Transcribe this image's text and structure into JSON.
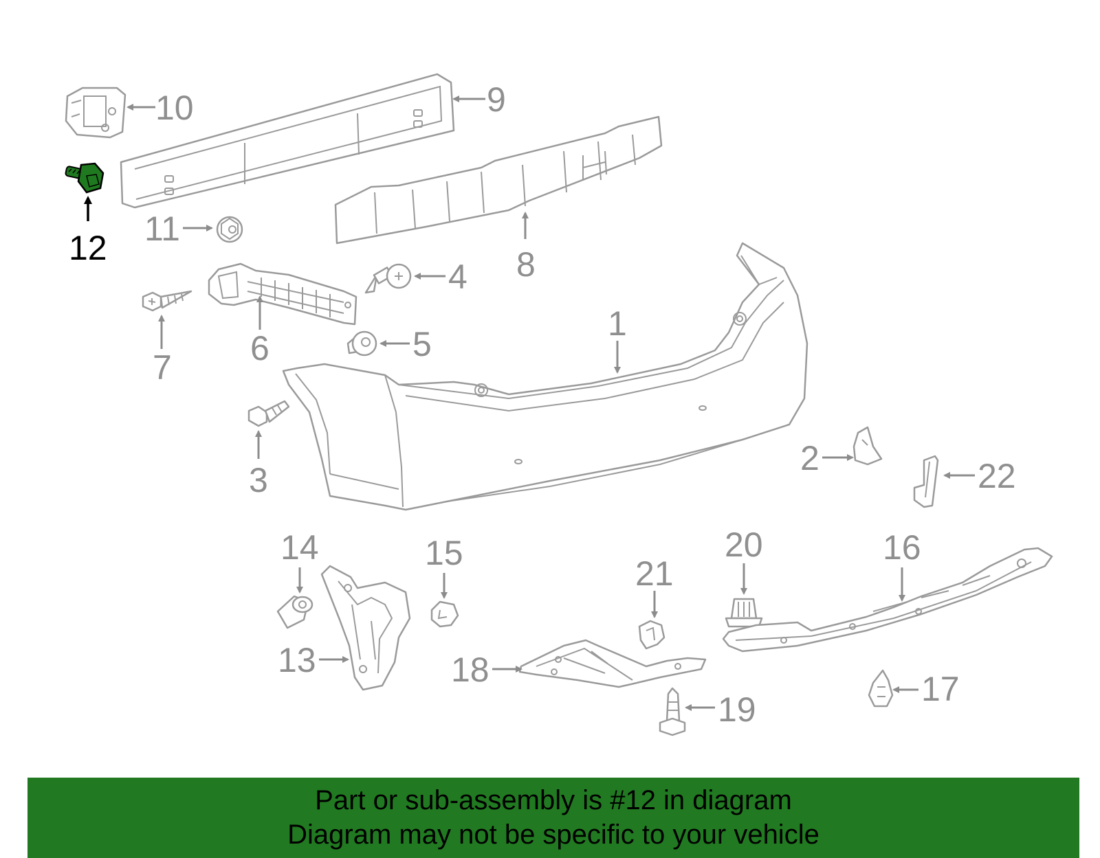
{
  "diagram": {
    "highlight_color": "#1f7a1f",
    "callouts": {
      "c1": "1",
      "c2": "2",
      "c3": "3",
      "c4": "4",
      "c5": "5",
      "c6": "6",
      "c7": "7",
      "c8": "8",
      "c9": "9",
      "c10": "10",
      "c11": "11",
      "c12": "12",
      "c13": "13",
      "c14": "14",
      "c15": "15",
      "c16": "16",
      "c17": "17",
      "c18": "18",
      "c19": "19",
      "c20": "20",
      "c21": "21",
      "c22": "22"
    },
    "highlighted_part": "12"
  },
  "footer": {
    "background_color": "#217a21",
    "line1": "Part or sub-assembly is #12 in diagram",
    "line2": "Diagram may not be specific to your vehicle"
  }
}
